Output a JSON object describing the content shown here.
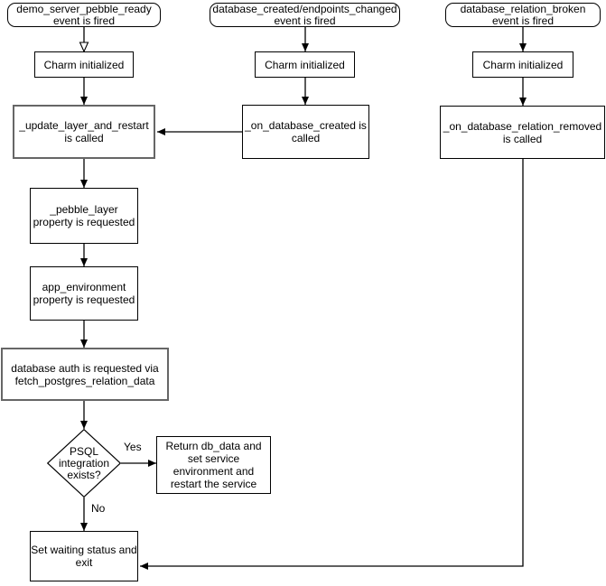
{
  "diagram": {
    "nodes": {
      "demo_pebble_event": "demo_server_pebble_ready\nevent is fired",
      "db_created_event": "database_created/endpoints_changed\nevent is fired",
      "db_relation_broken_event": "database_relation_broken\nevent is fired",
      "charm_initialized_left": "Charm initialized",
      "charm_initialized_middle": "Charm initialized",
      "charm_initialized_right": "Charm initialized",
      "update_layer": "_update_layer_and_restart\nis called",
      "on_database_created": "_on_database_created is\ncalled",
      "on_database_relation_removed": "_on_database_relation_removed\nis called",
      "pebble_layer": "_pebble_layer\nproperty is requested",
      "app_environment": "app_environment\nproperty is requested",
      "database_auth": "database auth is requested via\nfetch_postgres_relation_data",
      "psql_decision": "PSQL\nintegration\nexists?",
      "return_db_data": "Return db_data and\nset service\nenvironment and\nrestart the service",
      "set_waiting": "Set waiting status and\nexit"
    },
    "edge_labels": {
      "yes": "Yes",
      "no": "No"
    },
    "colors": {
      "background": "#ffffff",
      "node_fill": "#ffffff",
      "node_border": "#000000",
      "emphasis_border": "#666666",
      "line": "#000000",
      "text": "#000000"
    }
  }
}
